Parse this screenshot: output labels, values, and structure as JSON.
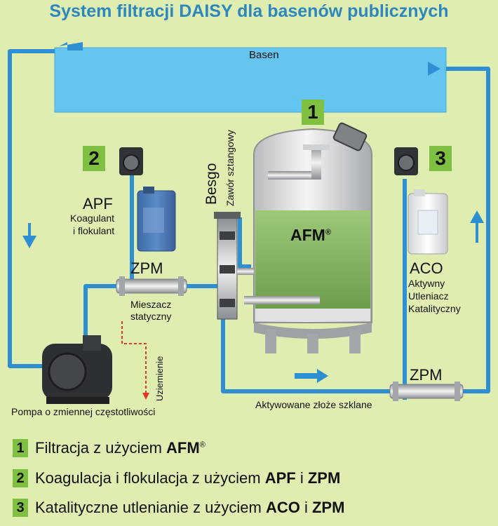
{
  "title": "System filtracji DAISY dla basenów publicznych",
  "diagram": {
    "pool_label": "Basen",
    "vertical_labels": {
      "besgo": "Besgo",
      "valve": "Zawór sztangowy"
    },
    "afm": {
      "text": "AFM",
      "mark": "®"
    },
    "badges": {
      "b1": "1",
      "b2": "2",
      "b3": "3"
    },
    "apf": {
      "title": "APF",
      "line1": "Koagulant",
      "line2": "i flokulant"
    },
    "aco": {
      "title": "ACO",
      "line1": "Aktywny",
      "line2": "Utleniacz",
      "line3": "Katalityczny"
    },
    "zpm_left": "ZPM",
    "zpm_right": "ZPM",
    "mixer": {
      "line1": "Mieszacz",
      "line2": "statyczny"
    },
    "ground": "Uziemienie",
    "pump": "Pompa o zmiennej częstotliwości",
    "glass_bed": "Aktywowane złoże szklane"
  },
  "legend": [
    {
      "num": "1",
      "pre": "Filtracja z użyciem ",
      "b1": "AFM",
      "sup": "®",
      "mid": "",
      "b2": ""
    },
    {
      "num": "2",
      "pre": "Koagulacja i flokulacja z użyciem ",
      "b1": "APF",
      "sup": "",
      "mid": " i ",
      "b2": "ZPM"
    },
    {
      "num": "3",
      "pre": "Katalityczne utlenianie z użyciem ",
      "b1": "ACO",
      "sup": "",
      "mid": " i ",
      "b2": "ZPM"
    }
  ],
  "colors": {
    "background": "#dfedb0",
    "title": "#2d87bf",
    "pipe": "#2f8fd3",
    "pool": "#64c5ee",
    "badge": "#7fc042",
    "filter_media": "#8cb868"
  }
}
